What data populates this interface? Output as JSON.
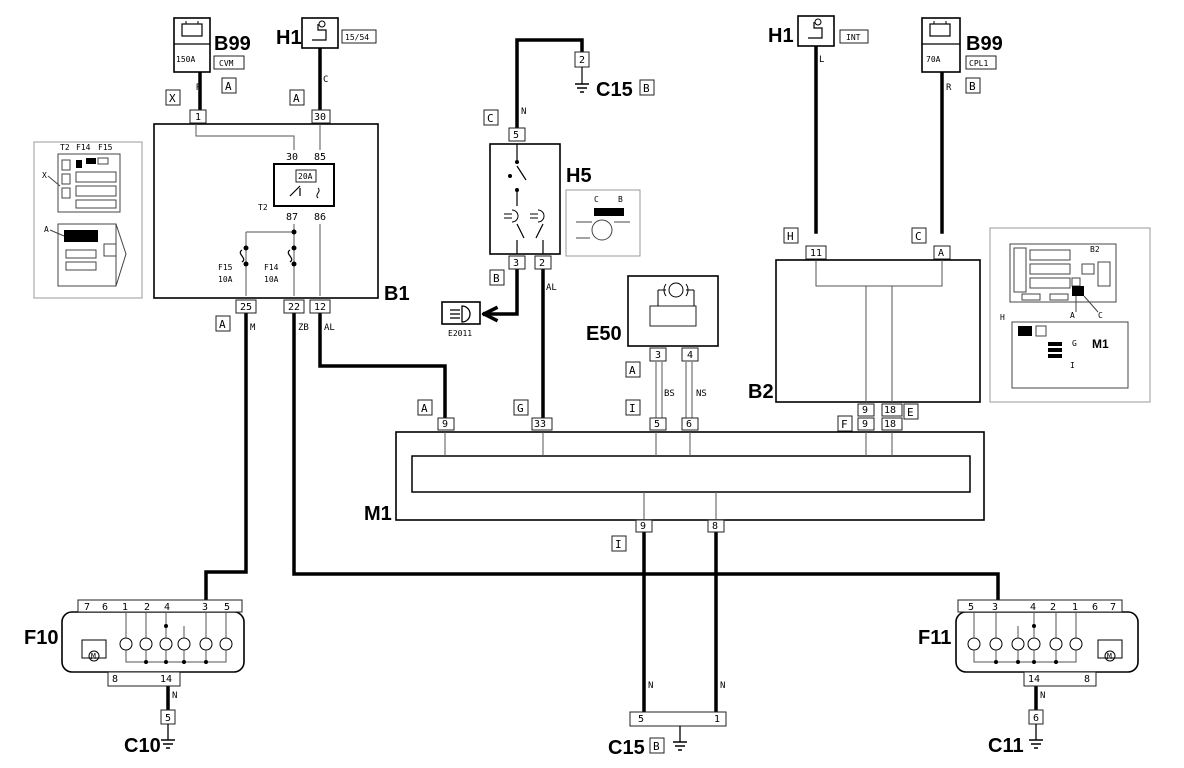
{
  "components": {
    "b99_left": {
      "label": "B99",
      "fuse": "150A",
      "tag": "CVM"
    },
    "h1_left": {
      "label": "H1",
      "tag": "15/54"
    },
    "c15_top": {
      "label": "C15"
    },
    "h1_right": {
      "label": "H1",
      "tag": "INT"
    },
    "b99_right": {
      "label": "B99",
      "fuse": "70A",
      "tag": "CPL1"
    },
    "b1": {
      "label": "B1",
      "relay": "T2",
      "relay_fuse": "20A",
      "fuse_f15": "F15",
      "fuse_f15_rating": "10A",
      "fuse_f14": "F14",
      "fuse_f14_rating": "10A"
    },
    "h5": {
      "label": "H5"
    },
    "e2011": {
      "label": "E2011"
    },
    "e50": {
      "label": "E50"
    },
    "b2": {
      "label": "B2"
    },
    "m1": {
      "label": "M1"
    },
    "f10": {
      "label": "F10"
    },
    "f11": {
      "label": "F11"
    },
    "c10": {
      "label": "C10"
    },
    "c15_bottom": {
      "label": "C15"
    },
    "c11": {
      "label": "C11"
    }
  },
  "connectors": {
    "X": "X",
    "A": "A",
    "B": "B",
    "C": "C",
    "G": "G",
    "H": "H",
    "I": "I",
    "F": "F",
    "E": "E"
  },
  "wire_codes": {
    "R": "R",
    "C": "C",
    "N": "N",
    "L": "L",
    "M": "M",
    "ZB": "ZB",
    "AL": "AL",
    "BS": "BS",
    "NS": "NS"
  },
  "pins": {
    "p1": "1",
    "p2": "2",
    "p3": "3",
    "p4": "4",
    "p5": "5",
    "p6": "6",
    "p7": "7",
    "p8": "8",
    "p9": "9",
    "p11": "11",
    "p12": "12",
    "p14": "14",
    "p18": "18",
    "p22": "22",
    "p25": "25",
    "p30": "30",
    "p33": "33",
    "p85": "85",
    "p86": "86",
    "p87": "87",
    "pA": "A"
  },
  "inset_labels": {
    "T2": "T2",
    "F14": "F14",
    "F15": "F15",
    "X": "X",
    "A": "A",
    "B2": "B2",
    "M1": "M1",
    "H": "H",
    "G": "G",
    "I": "I",
    "C": "C",
    "B": "B"
  }
}
